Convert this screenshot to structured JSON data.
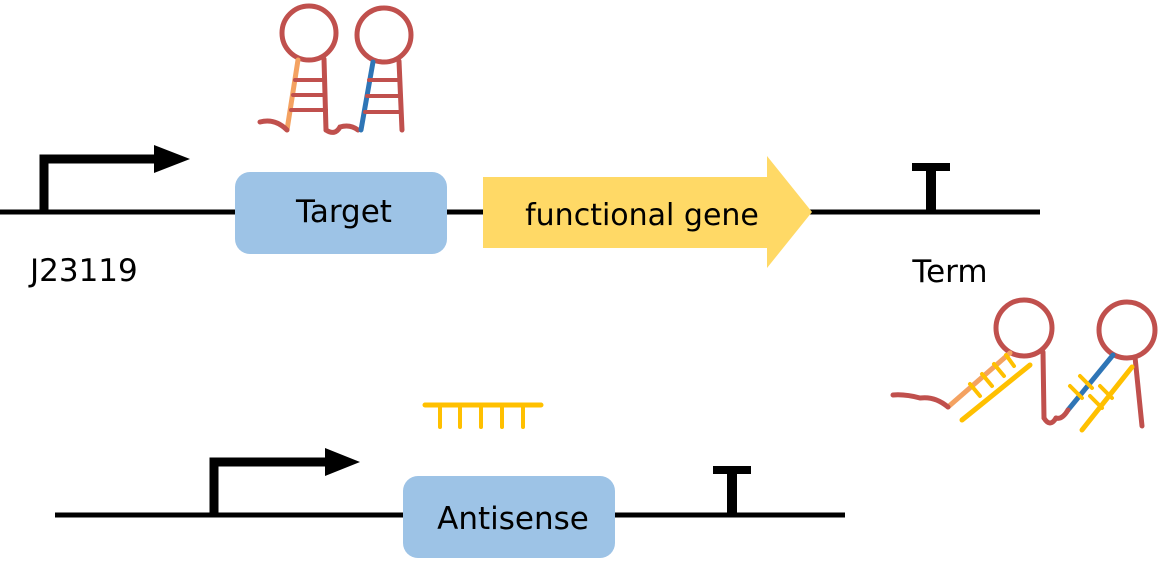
{
  "construct_top": {
    "promoter_label": "J23119",
    "target_label": "Target",
    "gene_label": "functional gene",
    "terminator_label": "Term"
  },
  "construct_bottom": {
    "antisense_label": "Antisense"
  },
  "colors": {
    "dna_line": "#000000",
    "box_fill": "#9dc3e6",
    "gene_arrow_fill": "#ffd966",
    "hairpin_rna": "#c0504d",
    "seed_orange": "#f4a261",
    "seed_blue": "#2e75b6",
    "antisense_rna": "#ffc000",
    "text": "#000000"
  },
  "icons": {
    "promoter": "bent-arrow-icon",
    "terminator": "t-bar-icon",
    "hairpin": "stem-loop-rna-icon",
    "antisense": "comb-rna-icon"
  }
}
